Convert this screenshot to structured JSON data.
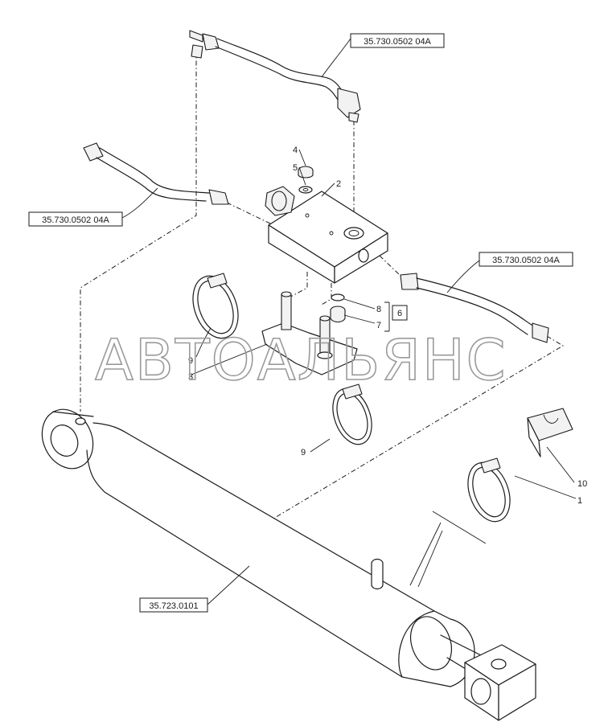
{
  "labels": {
    "ref_top": "35.730.0502 04A",
    "ref_left": "35.730.0502 04A",
    "ref_right": "35.730.0502 04A",
    "ref_cylinder": "35.723.0101",
    "n1": "1",
    "n2": "2",
    "n3": "3",
    "n4": "4",
    "n5": "5",
    "n6": "6",
    "n7": "7",
    "n8": "8",
    "n9a": "9",
    "n9b": "9",
    "n10": "10"
  },
  "watermark": "АВТОАЛЬЯНС"
}
